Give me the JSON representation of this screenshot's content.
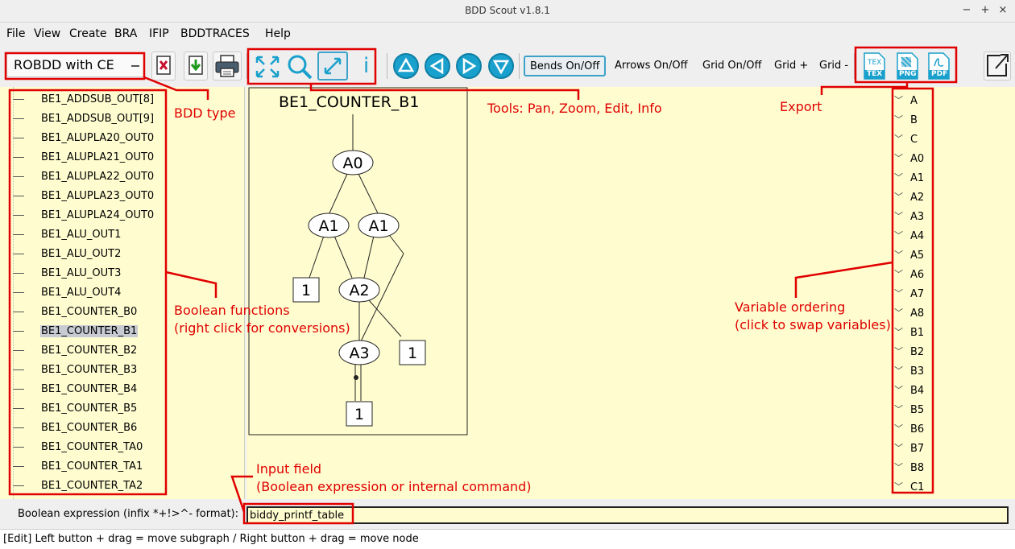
{
  "window": {
    "title": "BDD Scout v1.8.1",
    "minimize": "−",
    "maximize": "+",
    "close": "×"
  },
  "menu": [
    "File",
    "View",
    "Create",
    "BRA",
    "IFIP",
    "BDDTRACES",
    "Help"
  ],
  "toolbar": {
    "bdd_type": "ROBDD with CE",
    "icons": [
      "delete-icon",
      "download-icon",
      "print-icon",
      "pan-icon",
      "zoom-icon",
      "edit-icon",
      "info-icon",
      "up-icon",
      "left-icon",
      "right-icon",
      "down-icon"
    ],
    "info_glyph": "i",
    "toggles": {
      "bends": "Bends On/Off",
      "arrows": "Arrows On/Off",
      "grid": "Grid On/Off",
      "grid_plus": "Grid +",
      "grid_minus": "Grid -"
    },
    "export": {
      "tex": "TEX",
      "png": "PNG",
      "pdf": "PDF",
      "tex_top": "TEX"
    }
  },
  "functions": [
    "BE1_ADDSUB_OUT[8]",
    "BE1_ADDSUB_OUT[9]",
    "BE1_ALUPLA20_OUT0",
    "BE1_ALUPLA21_OUT0",
    "BE1_ALUPLA22_OUT0",
    "BE1_ALUPLA23_OUT0",
    "BE1_ALUPLA24_OUT0",
    "BE1_ALU_OUT1",
    "BE1_ALU_OUT2",
    "BE1_ALU_OUT3",
    "BE1_ALU_OUT4",
    "BE1_COUNTER_B0",
    "BE1_COUNTER_B1",
    "BE1_COUNTER_B2",
    "BE1_COUNTER_B3",
    "BE1_COUNTER_B4",
    "BE1_COUNTER_B5",
    "BE1_COUNTER_B6",
    "BE1_COUNTER_TA0",
    "BE1_COUNTER_TA1",
    "BE1_COUNTER_TA2"
  ],
  "selected_function": "BE1_COUNTER_B1",
  "bdd": {
    "title": "BE1_COUNTER_B1",
    "nodes": {
      "a0": "A0",
      "a1_left": "A1",
      "a1_right": "A1",
      "a2": "A2",
      "a3": "A3"
    },
    "terminals": {
      "t1": "1",
      "t2": "1",
      "t3": "1"
    }
  },
  "variables": [
    "A",
    "B",
    "C",
    "A0",
    "A1",
    "A2",
    "A3",
    "A4",
    "A5",
    "A6",
    "A7",
    "A8",
    "B1",
    "B2",
    "B3",
    "B4",
    "B5",
    "B6",
    "B7",
    "B8",
    "C1"
  ],
  "variable_chevron": "﹀",
  "input": {
    "label": "Boolean expression (infix *+!>^- format):",
    "value": "biddy_printf_table"
  },
  "status": "[Edit]  Left button + drag = move subgraph  /  Right button + drag = move node",
  "annotations": {
    "bdd_type": "BDD type",
    "tools": "Tools: Pan, Zoom, Edit, Info",
    "export": "Export",
    "functions_1": "Boolean functions",
    "functions_2": "(right click for conversions)",
    "ordering_1": "Variable ordering",
    "ordering_2": "(click to swap variables)",
    "input_1": "Input field",
    "input_2": "(Boolean expression or internal command)"
  },
  "colors": {
    "panel_bg": "#fffdd0",
    "annotation_red": "#e00000",
    "tool_blue": "#1aa0cc",
    "selection": "#c9cbd3"
  }
}
